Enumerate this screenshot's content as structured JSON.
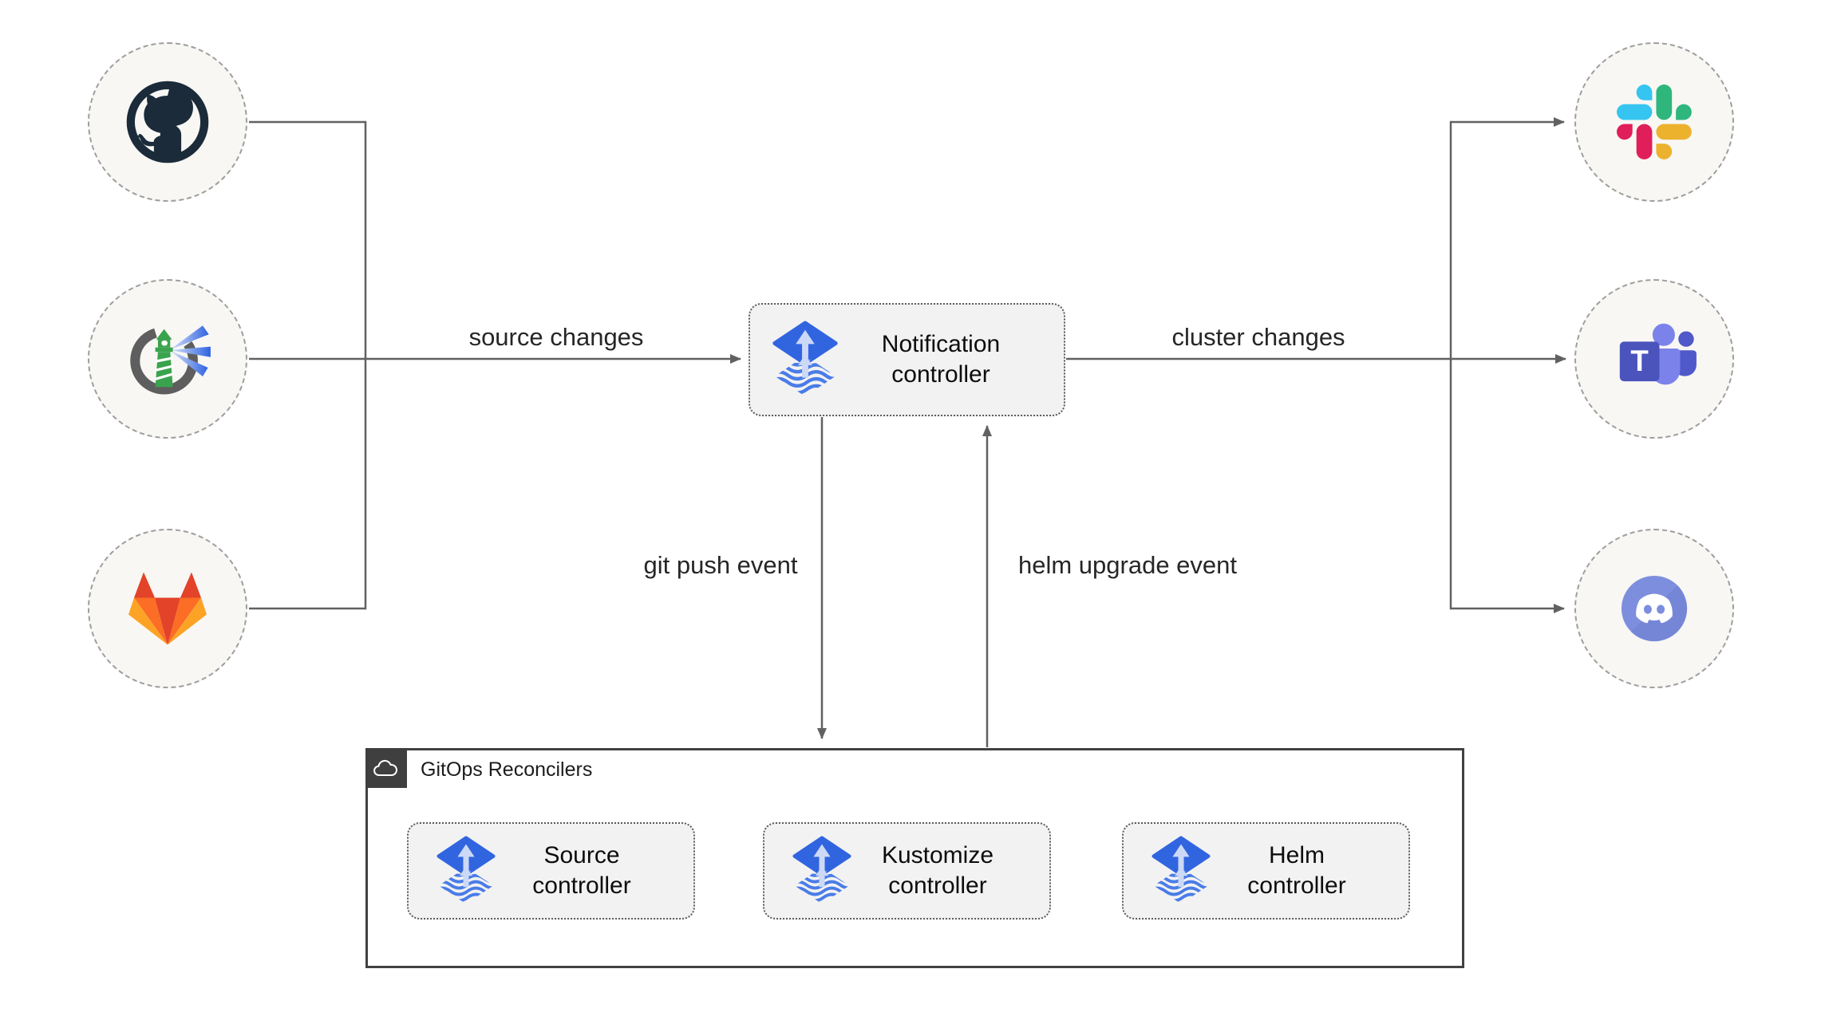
{
  "diagram": {
    "sources": [
      {
        "icon": "github-icon"
      },
      {
        "icon": "harbor-icon"
      },
      {
        "icon": "gitlab-icon"
      }
    ],
    "notification": {
      "label": "Notification controller",
      "icon": "flux-icon"
    },
    "targets": [
      {
        "icon": "slack-icon"
      },
      {
        "icon": "teams-icon"
      },
      {
        "icon": "discord-icon"
      }
    ],
    "edges": {
      "source_changes": "source changes",
      "cluster_changes": "cluster changes",
      "git_push": "git push event",
      "helm_upgrade": "helm upgrade event"
    },
    "reconcilers": {
      "title": "GitOps Reconcilers",
      "group_icon": "cloud-icon",
      "items": [
        {
          "label": "Source controller",
          "icon": "flux-icon"
        },
        {
          "label": "Kustomize controller",
          "icon": "flux-icon"
        },
        {
          "label": "Helm controller",
          "icon": "flux-icon"
        }
      ]
    },
    "colors": {
      "flux_blue": "#3165e0",
      "flux_light_arrow": "#ccd9f6",
      "flux_wave": "#4a7ce8",
      "connector_gray": "#616161",
      "node_fill": "#f8f7f4",
      "box_fill": "#f2f2f2",
      "group_border": "#424242",
      "github_dark": "#1b2b3a",
      "gitlab_red": "#e24329",
      "gitlab_orange": "#fc6d26",
      "gitlab_yellow": "#fca326",
      "slack_blue": "#36c5f0",
      "slack_green": "#2eb67d",
      "slack_red": "#e01e5a",
      "slack_yellow": "#ecb22e",
      "teams_purple": "#4b53bc",
      "teams_light": "#7b83eb",
      "discord_blurple": "#7d8ede",
      "harbor_gray": "#5e5e5e",
      "harbor_green": "#3aa34d"
    }
  }
}
